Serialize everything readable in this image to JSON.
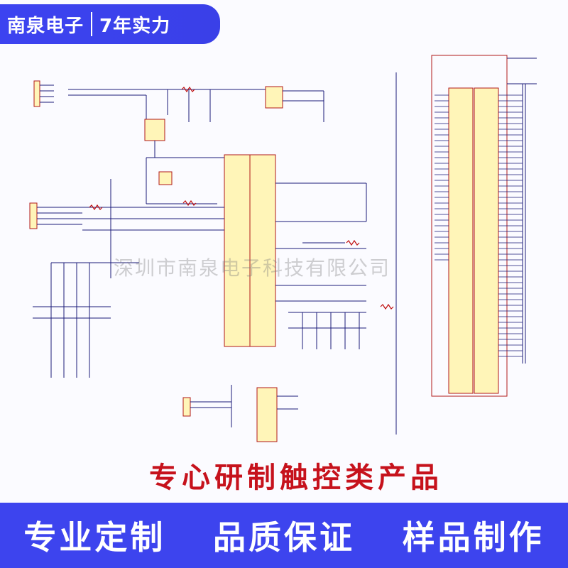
{
  "banner": {
    "brand": "南泉电子",
    "years": "7年实力"
  },
  "watermark": "深圳市南泉电子科技有限公司",
  "slogan": "专心研制触控类产品",
  "tags": [
    "专业定制",
    "品质保证",
    "样品制作"
  ],
  "colors": {
    "blue": "#3d44ee",
    "red": "#c6121c",
    "wire": "#1b1b7a",
    "ic": "#fff5b8",
    "ic_border": "#b01818"
  }
}
